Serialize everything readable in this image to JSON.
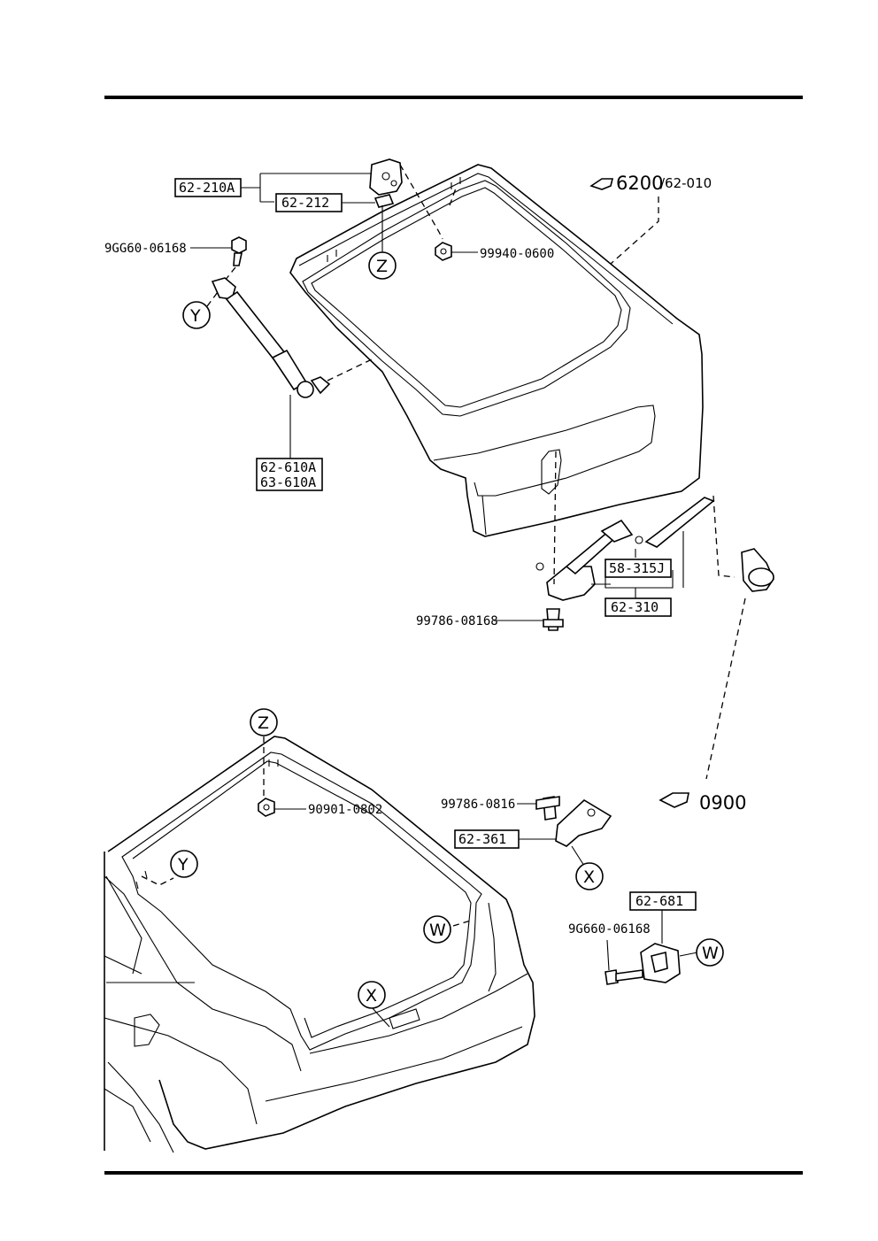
{
  "labels": {
    "p_62_210A": "62-210A",
    "p_62_212": "62-212",
    "p_9GG60_06168": "9GG60-06168",
    "p_99940_0600": "99940-0600",
    "ref_6200": "6200",
    "ref_6200_sub": "/62-010",
    "p_62_610A": "62-610A",
    "p_63_610A": "63-610A",
    "p_58_315J": "58-315J",
    "p_62_310": "62-310",
    "p_99786_08168": "99786-08168",
    "p_90901_0802": "90901-0802",
    "p_99786_0816": "99786-0816",
    "p_62_361": "62-361",
    "ref_0900": "0900",
    "p_62_681": "62-681",
    "p_9G660_06168": "9G660-06168"
  },
  "callouts": {
    "z": "Z",
    "y": "Y",
    "x": "X",
    "w": "W"
  },
  "icons": {
    "reference": "pointing-hand-icon"
  }
}
